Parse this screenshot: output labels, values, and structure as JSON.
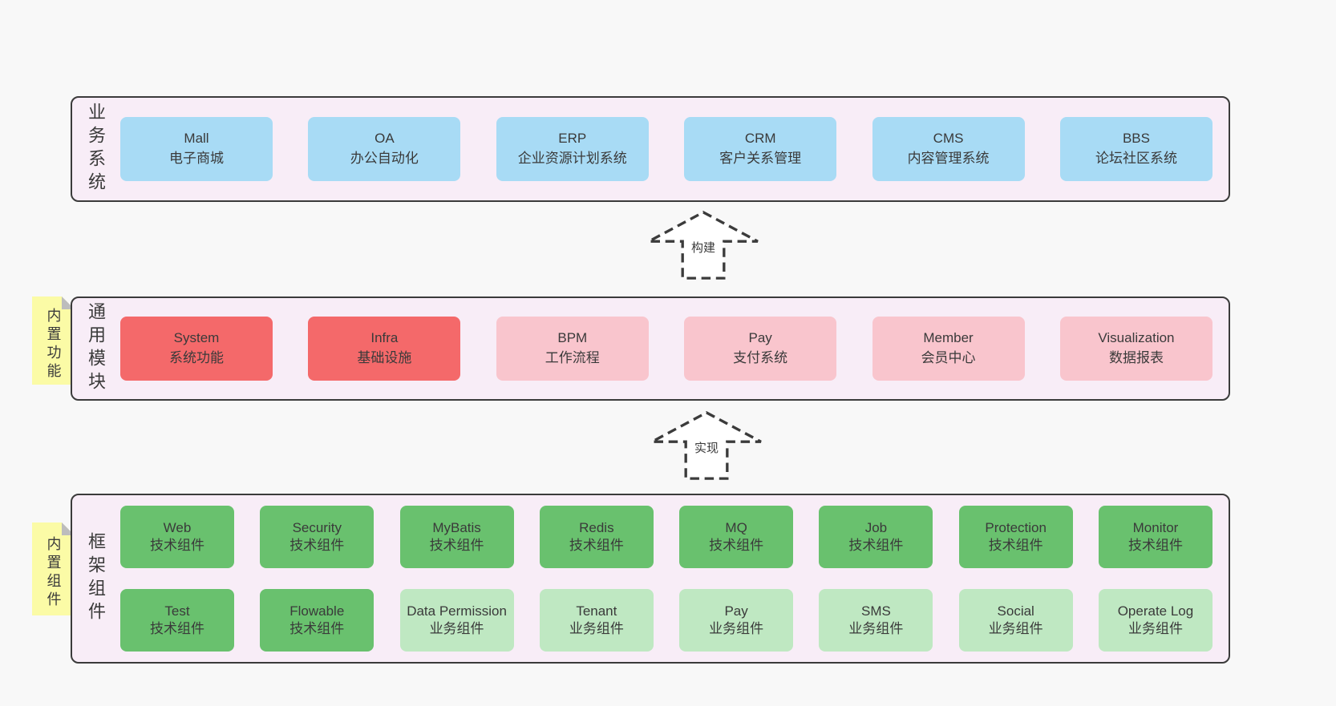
{
  "colors": {
    "page_background": "#f8f8f8",
    "panel_fill": "#f8edf7",
    "panel_border": "#3b3b3b",
    "business_box_blue": "#a8dbf5",
    "module_box_red": "#f4696a",
    "module_box_pink": "#f9c5cd",
    "component_box_green_dark": "#69c16e",
    "component_box_green_light": "#bfe8c2",
    "sticky_yellow": "#fbfba6",
    "sticky_fold_gray": "#bdbdbd",
    "text": "#3a3a3a"
  },
  "arrows": [
    {
      "label": "构建"
    },
    {
      "label": "实现"
    }
  ],
  "layers": [
    {
      "label": "业务系统",
      "boxes": [
        {
          "title": "Mall",
          "subtitle": "电子商城"
        },
        {
          "title": "OA",
          "subtitle": "办公自动化"
        },
        {
          "title": "ERP",
          "subtitle": "企业资源计划系统"
        },
        {
          "title": "CRM",
          "subtitle": "客户关系管理"
        },
        {
          "title": "CMS",
          "subtitle": "内容管理系统"
        },
        {
          "title": "BBS",
          "subtitle": "论坛社区系统"
        }
      ]
    },
    {
      "label": "通用模块",
      "sticky": "内置功能",
      "boxes": [
        {
          "title": "System",
          "subtitle": "系统功能"
        },
        {
          "title": "Infra",
          "subtitle": "基础设施"
        },
        {
          "title": "BPM",
          "subtitle": "工作流程"
        },
        {
          "title": "Pay",
          "subtitle": "支付系统"
        },
        {
          "title": "Member",
          "subtitle": "会员中心"
        },
        {
          "title": "Visualization",
          "subtitle": "数据报表"
        }
      ]
    },
    {
      "label": "框架组件",
      "sticky": "内置组件",
      "rows": [
        [
          {
            "title": "Web",
            "subtitle": "技术组件"
          },
          {
            "title": "Security",
            "subtitle": "技术组件"
          },
          {
            "title": "MyBatis",
            "subtitle": "技术组件"
          },
          {
            "title": "Redis",
            "subtitle": "技术组件"
          },
          {
            "title": "MQ",
            "subtitle": "技术组件"
          },
          {
            "title": "Job",
            "subtitle": "技术组件"
          },
          {
            "title": "Protection",
            "subtitle": "技术组件"
          },
          {
            "title": "Monitor",
            "subtitle": "技术组件"
          }
        ],
        [
          {
            "title": "Test",
            "subtitle": "技术组件"
          },
          {
            "title": "Flowable",
            "subtitle": "技术组件"
          },
          {
            "title": "Data Permission",
            "subtitle": "业务组件"
          },
          {
            "title": "Tenant",
            "subtitle": "业务组件"
          },
          {
            "title": "Pay",
            "subtitle": "业务组件"
          },
          {
            "title": "SMS",
            "subtitle": "业务组件"
          },
          {
            "title": "Social",
            "subtitle": "业务组件"
          },
          {
            "title": "Operate Log",
            "subtitle": "业务组件"
          }
        ]
      ]
    }
  ]
}
